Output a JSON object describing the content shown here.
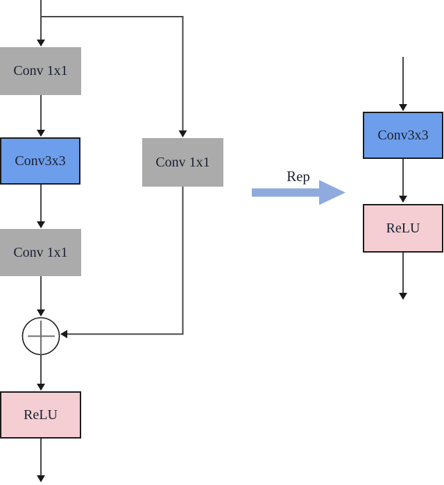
{
  "diagram": {
    "blocks": {
      "left_conv1x1_top": "Conv 1x1",
      "left_conv3x3": "Conv3x3",
      "left_conv1x1_bottom": "Conv 1x1",
      "branch_conv1x1": "Conv 1x1",
      "left_relu": "ReLU",
      "right_conv3x3": "Conv3x3",
      "right_relu": "ReLU"
    },
    "labels": {
      "rep": "Rep",
      "add_operator": "+"
    },
    "colors": {
      "conv1x1_fill": "#ABABAB",
      "conv3x3_fill": "#6D9EEB",
      "relu_fill": "#F4CED2",
      "rep_arrow_fill": "#8FAADC",
      "line_color": "#454545",
      "border_color": "#1A1A1A",
      "text_color": "#1B2030",
      "background": "#FFFFFF"
    }
  }
}
